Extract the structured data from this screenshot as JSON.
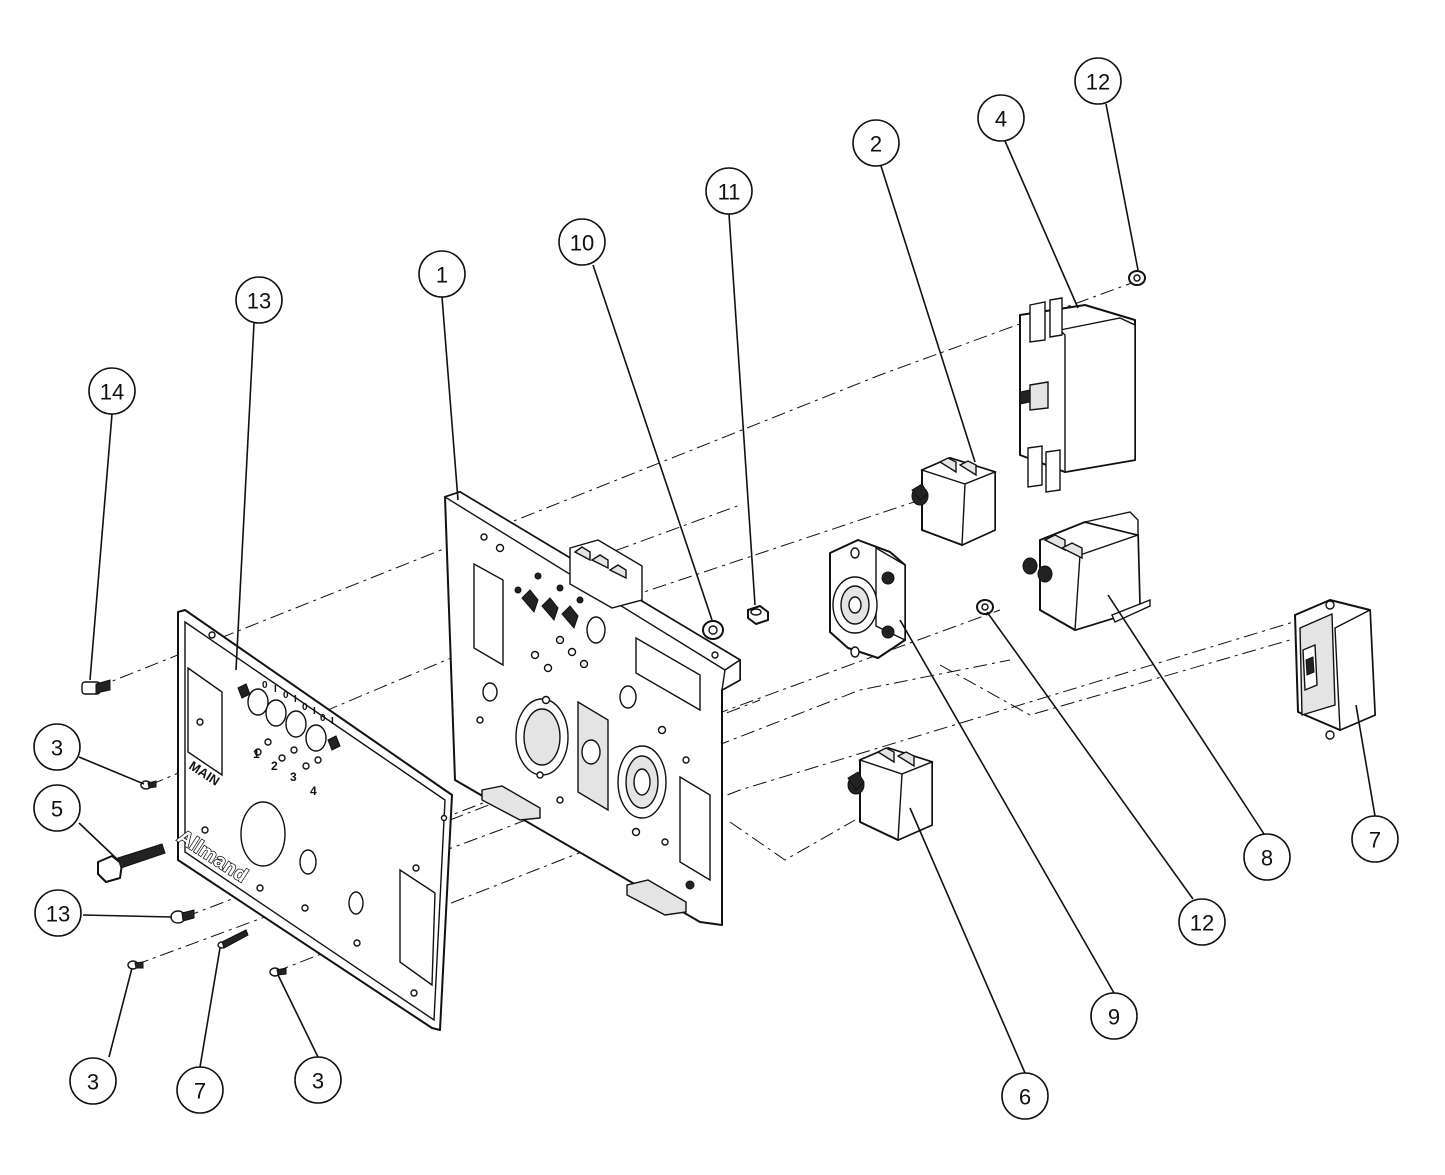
{
  "callouts": [
    {
      "id": "c14a",
      "label": "14"
    },
    {
      "id": "c13a",
      "label": "13"
    },
    {
      "id": "c1",
      "label": "1"
    },
    {
      "id": "c10",
      "label": "10"
    },
    {
      "id": "c11",
      "label": "11"
    },
    {
      "id": "c2",
      "label": "2"
    },
    {
      "id": "c4",
      "label": "4"
    },
    {
      "id": "c12a",
      "label": "12"
    },
    {
      "id": "c3a",
      "label": "3"
    },
    {
      "id": "c5",
      "label": "5"
    },
    {
      "id": "c13b",
      "label": "13"
    },
    {
      "id": "c3b",
      "label": "3"
    },
    {
      "id": "c7a",
      "label": "7"
    },
    {
      "id": "c3c",
      "label": "3"
    },
    {
      "id": "c6",
      "label": "6"
    },
    {
      "id": "c9",
      "label": "9"
    },
    {
      "id": "c12b",
      "label": "12"
    },
    {
      "id": "c8",
      "label": "8"
    },
    {
      "id": "c7b",
      "label": "7"
    }
  ],
  "panel_markings": {
    "main_label": "MAIN",
    "logo_text": "Allmand",
    "breaker_numbers": [
      "1",
      "2",
      "3",
      "4"
    ],
    "switch_marks": [
      "0",
      "I",
      "0",
      "I",
      "0",
      "I",
      "0",
      "I"
    ]
  }
}
